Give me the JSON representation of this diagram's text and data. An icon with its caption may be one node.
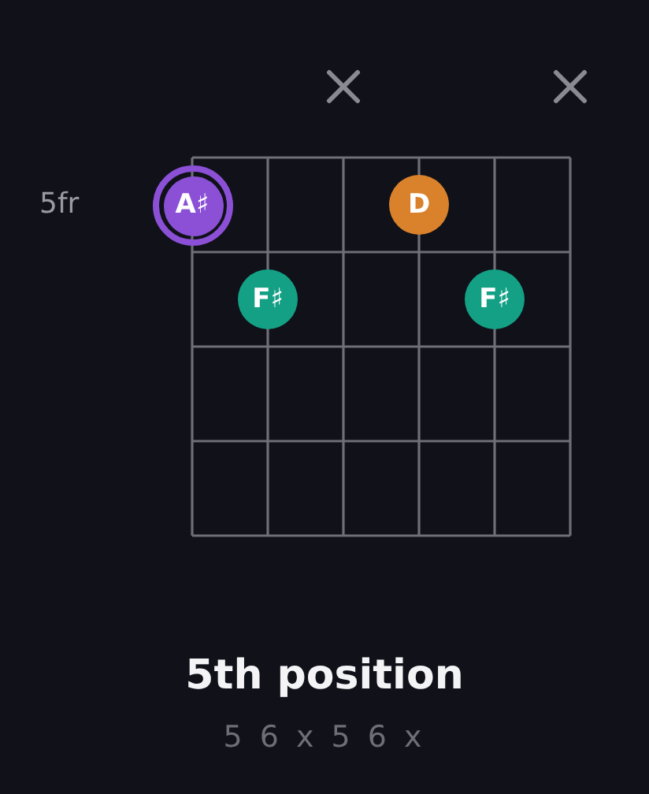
{
  "diagram": {
    "title": "5th position",
    "caption": "5 6 x 5 6 x",
    "nodes": [
      {
        "text": [
          "A♯"
        ]
      },
      {
        "text": [
          "D"
        ]
      },
      {
        "text": [
          "F♯"
        ]
      },
      {
        "text": [
          "F♯"
        ]
      }
    ],
    "labels": [
      "5fr"
    ]
  }
}
